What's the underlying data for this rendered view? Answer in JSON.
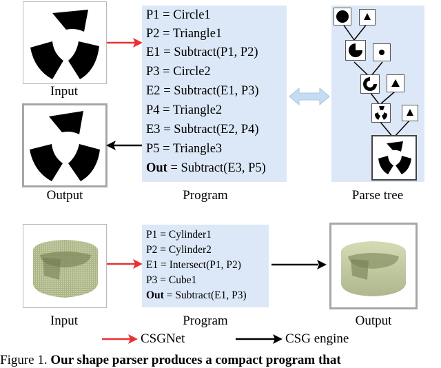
{
  "top": {
    "input_caption": "Input",
    "output_caption": "Output",
    "program_caption": "Program",
    "parse_tree_caption": "Parse tree",
    "program_lines": [
      {
        "lhs": "P1",
        "rhs": " = Circle1"
      },
      {
        "lhs": "P2",
        "rhs": " = Triangle1"
      },
      {
        "lhs": "E1",
        "rhs": " = Subtract(P1, P2)"
      },
      {
        "lhs": "P3",
        "rhs": " = Circle2"
      },
      {
        "lhs": "E2",
        "rhs": " = Subtract(E1, P3)"
      },
      {
        "lhs": "P4",
        "rhs": " = Triangle2"
      },
      {
        "lhs": "E3",
        "rhs": " = Subtract(E2, P4)"
      },
      {
        "lhs": "P5",
        "rhs": " = Triangle3"
      },
      {
        "lhs": "Out",
        "rhs": " = Subtract(E3, P5)"
      }
    ]
  },
  "bottom": {
    "input_caption": "Input",
    "program_caption": "Program",
    "output_caption": "Output",
    "program_lines": [
      {
        "lhs": "P1",
        "rhs": " = Cylinder1"
      },
      {
        "lhs": "P2",
        "rhs": " = Cylinder2"
      },
      {
        "lhs": "E1",
        "rhs": " = Intersect(P1, P2)"
      },
      {
        "lhs": "P3",
        "rhs": " = Cube1"
      },
      {
        "lhs": "Out",
        "rhs": " = Subtract(E1, P3)"
      }
    ]
  },
  "legend": {
    "csgnet_label": "CSGNet",
    "engine_label": "CSG engine",
    "csgnet_color": "#e8312f",
    "engine_color": "#000000"
  },
  "figure_caption": {
    "prefix": "Figure 1. ",
    "bold": "Our shape parser produces a compact program that"
  },
  "colors": {
    "code_bg": "#dce8f7",
    "double_arrow": "#c6dcf2",
    "shape_fill": "#000000",
    "chair_light": "#c9d1a9",
    "chair_dark": "#8b9568"
  }
}
